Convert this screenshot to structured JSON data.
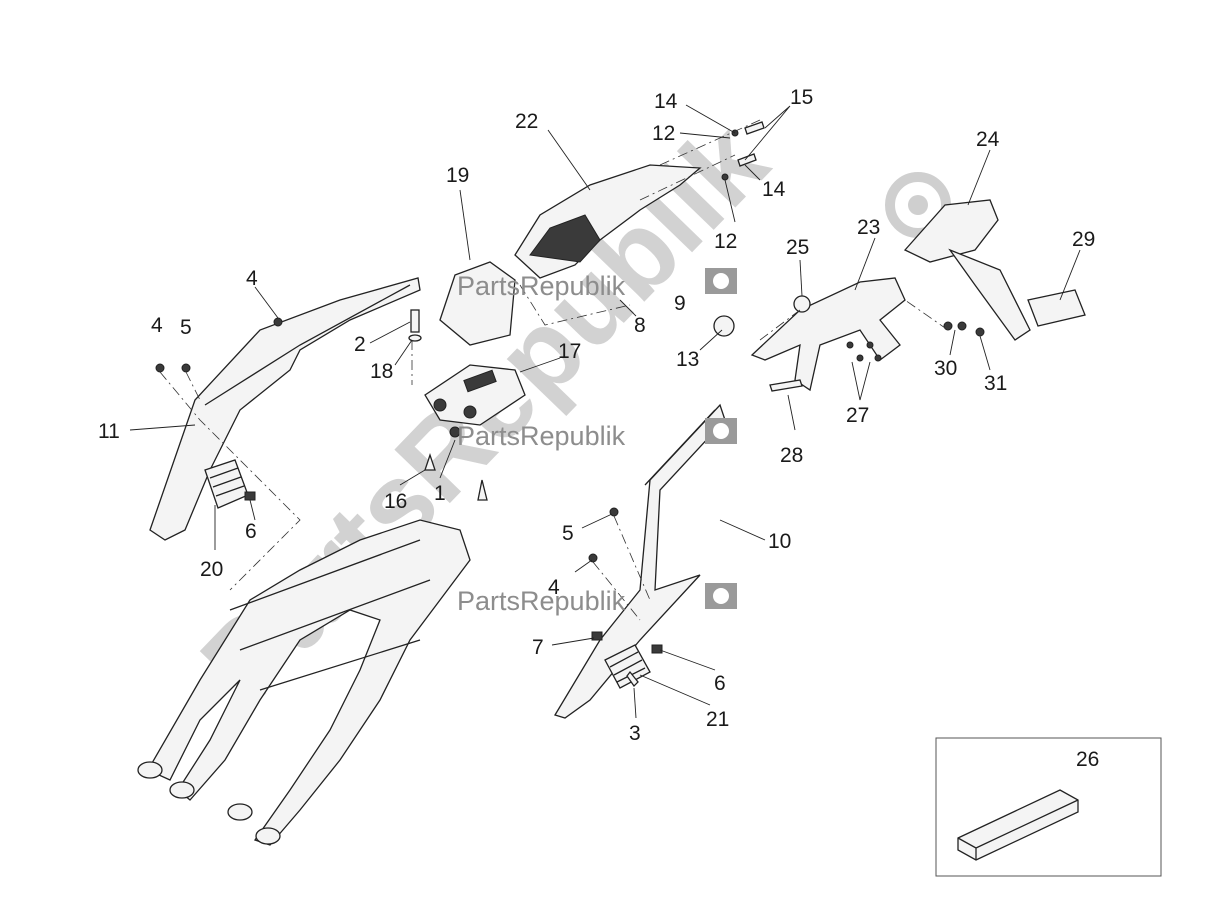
{
  "watermark": {
    "brand_text": "PartsRepublik",
    "big_text": "PartsRepublik",
    "logo": "gear-flag-logo"
  },
  "callouts": [
    {
      "id": "c22",
      "text": "22"
    },
    {
      "id": "c14a",
      "text": "14"
    },
    {
      "id": "c15",
      "text": "15"
    },
    {
      "id": "c12a",
      "text": "12"
    },
    {
      "id": "c14b",
      "text": "14"
    },
    {
      "id": "c12b",
      "text": "12"
    },
    {
      "id": "c19",
      "text": "19"
    },
    {
      "id": "c24",
      "text": "24"
    },
    {
      "id": "c23",
      "text": "23"
    },
    {
      "id": "c25",
      "text": "25"
    },
    {
      "id": "c29",
      "text": "29"
    },
    {
      "id": "c4a",
      "text": "4"
    },
    {
      "id": "c4b",
      "text": "4"
    },
    {
      "id": "c5a",
      "text": "5"
    },
    {
      "id": "c2",
      "text": "2"
    },
    {
      "id": "c18",
      "text": "18"
    },
    {
      "id": "c17",
      "text": "17"
    },
    {
      "id": "c9",
      "text": "9"
    },
    {
      "id": "c8",
      "text": "8"
    },
    {
      "id": "c13",
      "text": "13"
    },
    {
      "id": "c30",
      "text": "30"
    },
    {
      "id": "c31",
      "text": "31"
    },
    {
      "id": "c27",
      "text": "27"
    },
    {
      "id": "c11",
      "text": "11"
    },
    {
      "id": "c28",
      "text": "28"
    },
    {
      "id": "c16",
      "text": "16"
    },
    {
      "id": "c1",
      "text": "1"
    },
    {
      "id": "c6a",
      "text": "6"
    },
    {
      "id": "c5b",
      "text": "5"
    },
    {
      "id": "c10",
      "text": "10"
    },
    {
      "id": "c20",
      "text": "20"
    },
    {
      "id": "c4c",
      "text": "4"
    },
    {
      "id": "c7",
      "text": "7"
    },
    {
      "id": "c6b",
      "text": "6"
    },
    {
      "id": "c21",
      "text": "21"
    },
    {
      "id": "c3",
      "text": "3"
    },
    {
      "id": "c26",
      "text": "26"
    }
  ]
}
